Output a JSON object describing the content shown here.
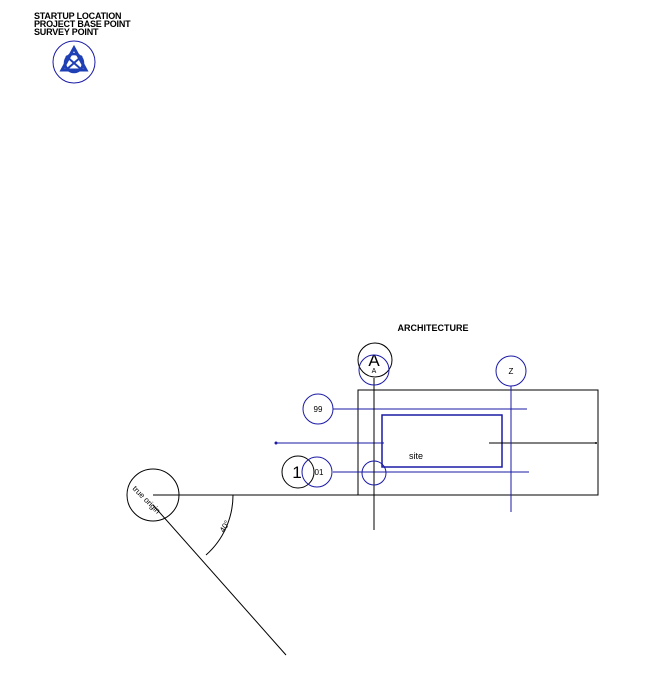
{
  "legend": {
    "line1": "STARTUP LOCATION",
    "line2": "PROJECT BASE POINT",
    "line3": "SURVEY POINT"
  },
  "title": "ARCHITECTURE",
  "grid_bubbles": {
    "a_large": "A",
    "a_small": "A",
    "z": "Z",
    "level_upper": "99",
    "level_lower": "01",
    "section": "1"
  },
  "room_label": "site",
  "origin_label": "true origin",
  "angle_label": "40°",
  "colors": {
    "blue": "#1a1aa6",
    "black": "#000000",
    "icon": "#1f3fb5"
  },
  "icons": {
    "survey": "survey-point-icon"
  }
}
